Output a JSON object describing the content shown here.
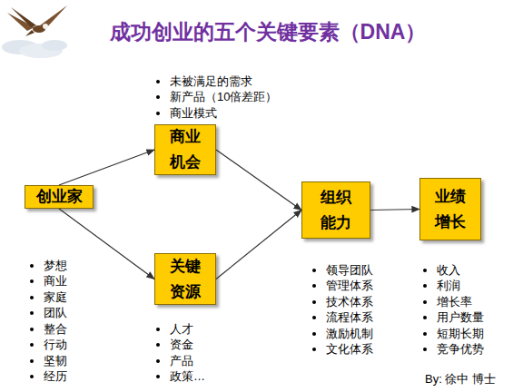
{
  "diagram": {
    "title": "成功创业的五个关键要素（DNA）",
    "nodes": [
      {
        "text": [
          "创业家",
          "梦想",
          "商业",
          "家庭",
          "团队",
          "整合",
          "行动",
          "坚韧",
          "经历"
        ]
      },
      {
        "text": [
          "商业 机会",
          "未被满足的需求",
          "新产品（10倍差距）",
          "商业模式"
        ]
      },
      {
        "text": [
          "关键 资源",
          "人才",
          "资金",
          "产品",
          "政策…"
        ]
      },
      {
        "text": [
          "组织 能力",
          "领导团队",
          "管理体系",
          "技术体系",
          "流程体系",
          "激励机制",
          "文化体系"
        ]
      },
      {
        "text": [
          "业绩 增长",
          "收入",
          "利润",
          "增长率",
          "用户数量",
          "短期长期",
          "竞争优势"
        ]
      }
    ],
    "edges": [
      {
        "from": 0,
        "to": 1,
        "arrow": "to"
      },
      {
        "from": 0,
        "to": 2,
        "arrow": "to"
      },
      {
        "from": 1,
        "to": 3,
        "arrow": "to"
      },
      {
        "from": 2,
        "to": 3,
        "arrow": "to"
      },
      {
        "from": 3,
        "to": 4,
        "arrow": "to"
      }
    ],
    "labels": [
      "By:  徐中 博士"
    ]
  }
}
